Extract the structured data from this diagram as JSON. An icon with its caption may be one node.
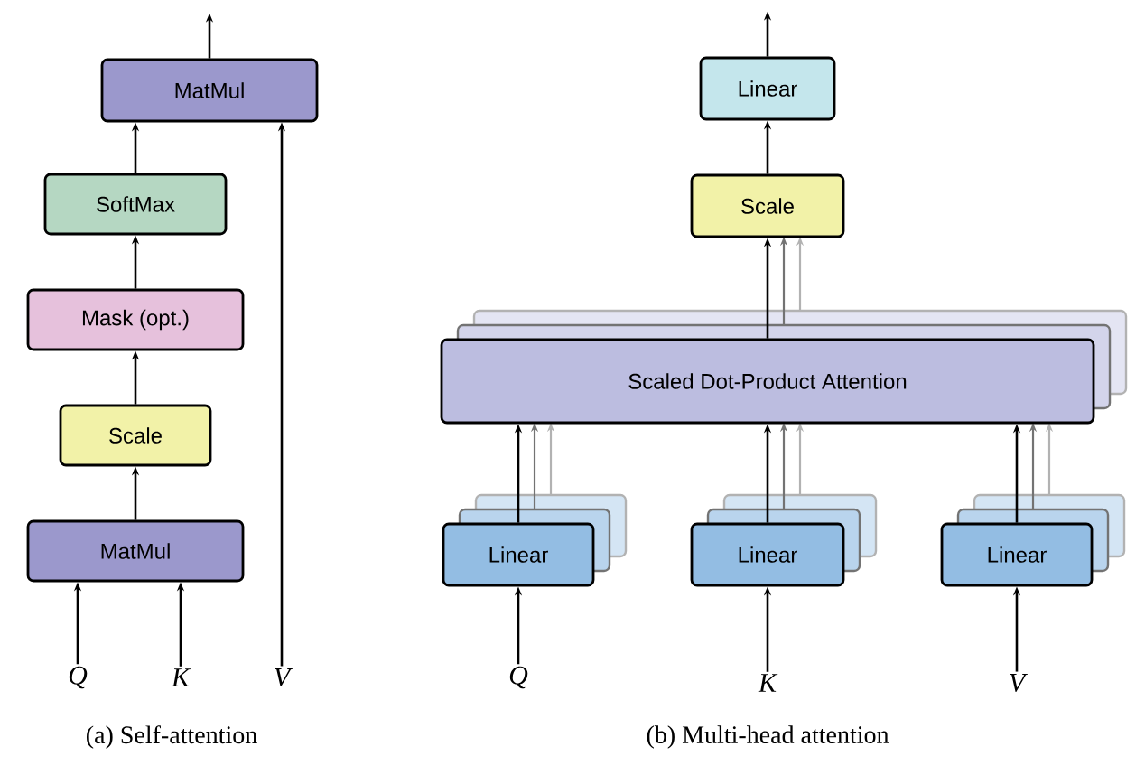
{
  "diagram": {
    "nodes": [
      {
        "text": [
          "MatMul"
        ]
      },
      {
        "text": [
          "SoftMax"
        ]
      },
      {
        "text": [
          "Mask (opt.)"
        ]
      },
      {
        "text": [
          "Scale"
        ]
      },
      {
        "text": [
          "MatMul"
        ]
      },
      {
        "text": [
          "Q"
        ]
      },
      {
        "text": [
          "K"
        ]
      },
      {
        "text": [
          "V"
        ]
      },
      {
        "text": [
          "Linear"
        ]
      },
      {
        "text": [
          "Scale"
        ]
      },
      {
        "text": [
          "Scaled Dot-Product Attention"
        ]
      },
      {
        "text": [
          "Linear"
        ]
      },
      {
        "text": [
          "Linear"
        ]
      },
      {
        "text": [
          "Linear"
        ]
      },
      {
        "text": [
          "Q"
        ]
      },
      {
        "text": [
          "K"
        ]
      },
      {
        "text": [
          "V"
        ]
      }
    ],
    "edges": [
      {
        "from": 0,
        "to": null,
        "arrow": "to"
      },
      {
        "from": 1,
        "to": 0,
        "arrow": "to"
      },
      {
        "from": 2,
        "to": 1,
        "arrow": "to"
      },
      {
        "from": 3,
        "to": 2,
        "arrow": "to"
      },
      {
        "from": 4,
        "to": 3,
        "arrow": "to"
      },
      {
        "from": 5,
        "to": 4,
        "arrow": "to"
      },
      {
        "from": 6,
        "to": 4,
        "arrow": "to"
      },
      {
        "from": 7,
        "to": 0,
        "arrow": "to"
      },
      {
        "from": 8,
        "to": null,
        "arrow": "to"
      },
      {
        "from": 9,
        "to": 8,
        "arrow": "to"
      },
      {
        "from": 10,
        "to": 9,
        "arrow": "to"
      },
      {
        "from": 11,
        "to": 10,
        "arrow": "to"
      },
      {
        "from": 12,
        "to": 10,
        "arrow": "to"
      },
      {
        "from": 13,
        "to": 10,
        "arrow": "to"
      },
      {
        "from": 14,
        "to": 11,
        "arrow": "to"
      },
      {
        "from": 15,
        "to": 12,
        "arrow": "to"
      },
      {
        "from": 16,
        "to": 13,
        "arrow": "to"
      }
    ],
    "labels": [
      "(a) Self-attention",
      "(b) Multi-head attention"
    ]
  }
}
